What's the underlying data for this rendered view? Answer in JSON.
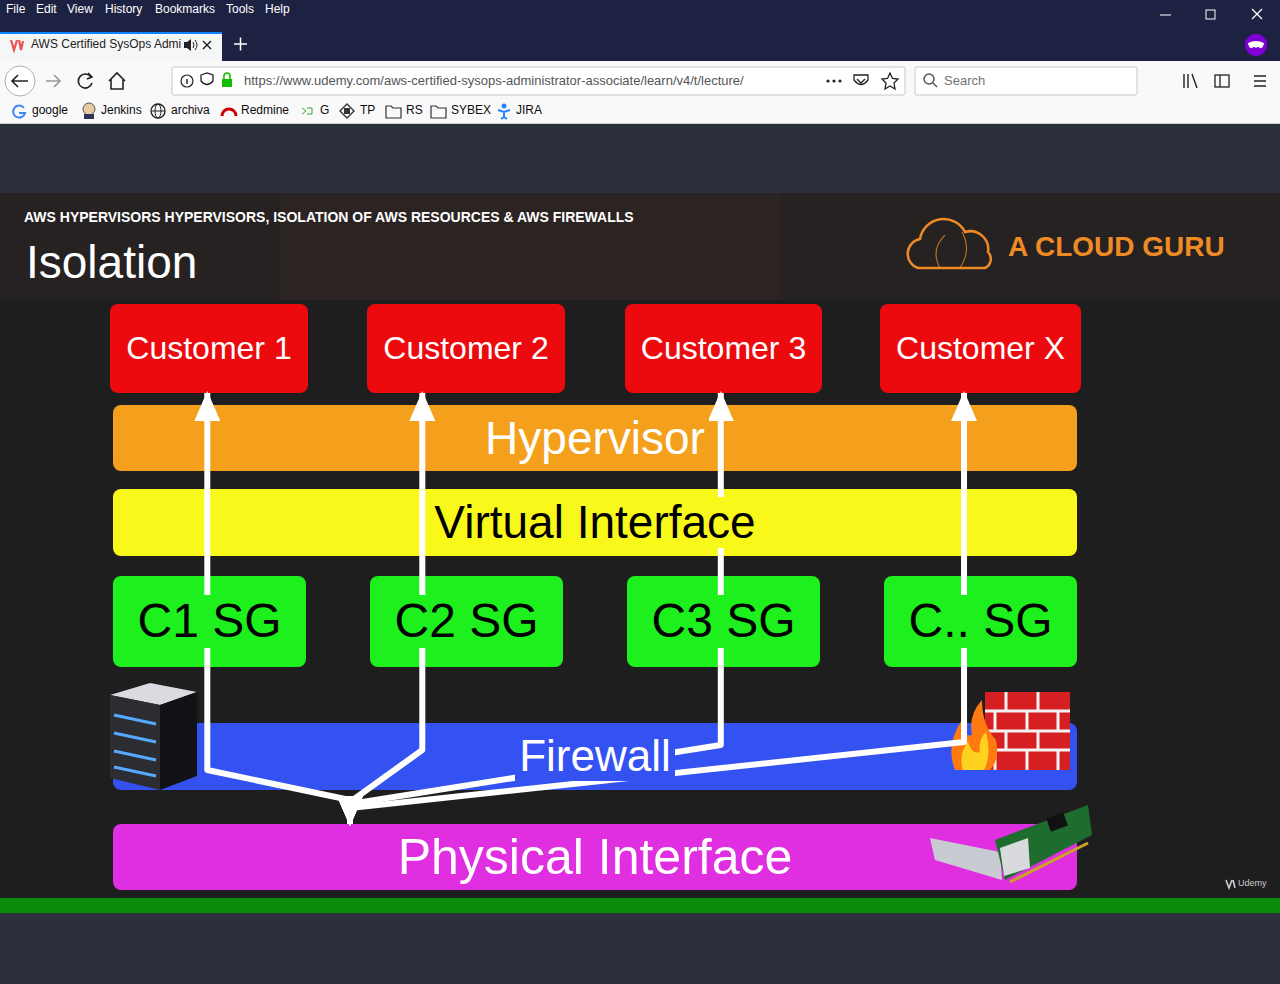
{
  "diagram": {
    "title": "Isolation",
    "nodes": [
      {
        "text": [
          "Customer 1"
        ]
      },
      {
        "text": [
          "Customer 2"
        ]
      },
      {
        "text": [
          "Customer 3"
        ]
      },
      {
        "text": [
          "Customer X"
        ]
      },
      {
        "text": [
          "Hypervisor"
        ]
      },
      {
        "text": [
          "Virtual Interface"
        ]
      },
      {
        "text": [
          "C1 SG"
        ]
      },
      {
        "text": [
          "C2 SG"
        ]
      },
      {
        "text": [
          "C3 SG"
        ]
      },
      {
        "text": [
          "C.. SG"
        ]
      },
      {
        "text": [
          "Firewall"
        ]
      },
      {
        "text": [
          "Physical Interface"
        ]
      }
    ],
    "edges": [
      {
        "from": 11,
        "to": 0,
        "arrow": "both"
      },
      {
        "from": 11,
        "to": 1,
        "arrow": "both"
      },
      {
        "from": 11,
        "to": 2,
        "arrow": "both"
      },
      {
        "from": 11,
        "to": 3,
        "arrow": "both"
      }
    ],
    "labels": [
      "File",
      "Edit",
      "View",
      "History",
      "Bookmarks",
      "Tools",
      "Help",
      "AWS Certified SysOps Admi",
      "https://www.udemy.com/aws-certified-sysops-administrator-associate/learn/v4/t/lecture/",
      "Search",
      "google",
      "Jenkins",
      "archiva",
      "Redmine",
      "G",
      "TP",
      "RS",
      "SYBEX",
      "JIRA",
      "AWS HYPERVISORS HYPERVISORS, ISOLATION OF AWS RESOURCES & AWS FIREWALLS",
      "A CLOUD GURU",
      "Udemy"
    ]
  }
}
